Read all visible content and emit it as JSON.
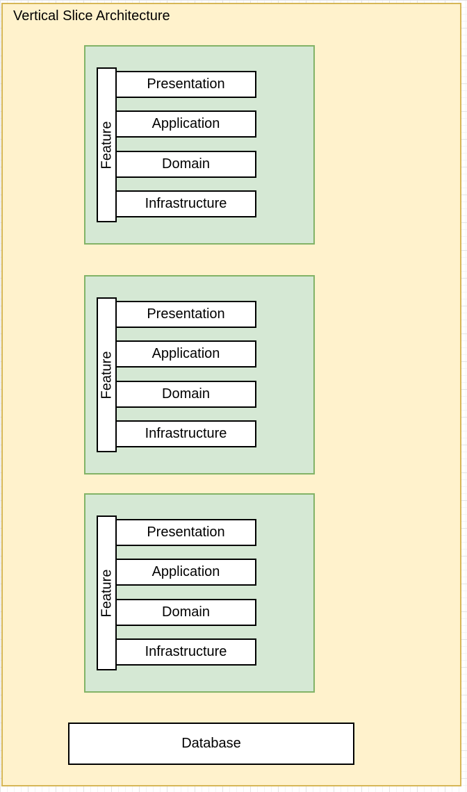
{
  "diagram": {
    "title": "Vertical Slice Architecture",
    "slices": [
      {
        "feature_label": "Feature",
        "layers": [
          "Presentation",
          "Application",
          "Domain",
          "Infrastructure"
        ]
      },
      {
        "feature_label": "Feature",
        "layers": [
          "Presentation",
          "Application",
          "Domain",
          "Infrastructure"
        ]
      },
      {
        "feature_label": "Feature",
        "layers": [
          "Presentation",
          "Application",
          "Domain",
          "Infrastructure"
        ]
      }
    ],
    "database_label": "Database"
  },
  "colors": {
    "canvas_background": "#ffffff",
    "grid_line": "#e3e3e3",
    "container_fill": "#fff2cc",
    "container_border": "#d6b656",
    "slice_fill": "#d5e8d4",
    "slice_border": "#82b366",
    "box_fill": "#ffffff",
    "box_border": "#000000",
    "text_color": "#000000"
  }
}
